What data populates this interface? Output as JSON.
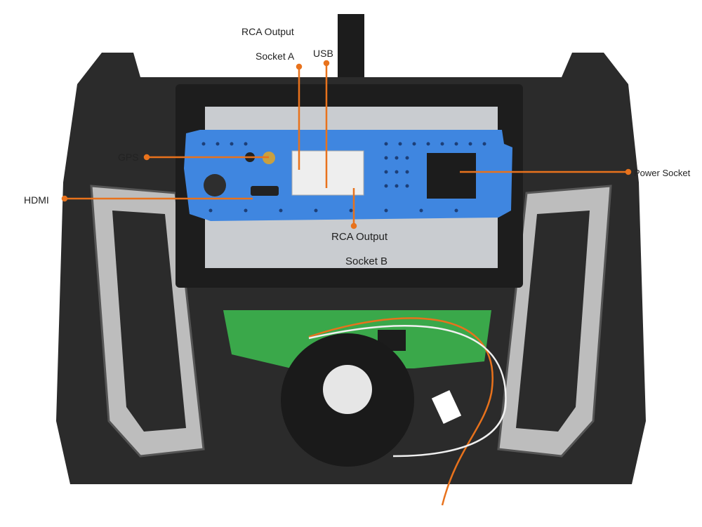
{
  "labels": {
    "rca_output_top": "RCA Output",
    "socket_a": "Socket A",
    "usb": "USB",
    "gps": "GPS",
    "hdmi": "HDMI",
    "power_socket": "Power Socket",
    "rca_output": "RCA Output",
    "socket_b": "Socket B"
  },
  "colors": {
    "leader_line": "#e8721c",
    "module_blue": "#3f86e0",
    "frame_dark": "#2a2a2a",
    "frame_silver": "#b8b8b8",
    "pcb_green": "#3aa84a"
  }
}
